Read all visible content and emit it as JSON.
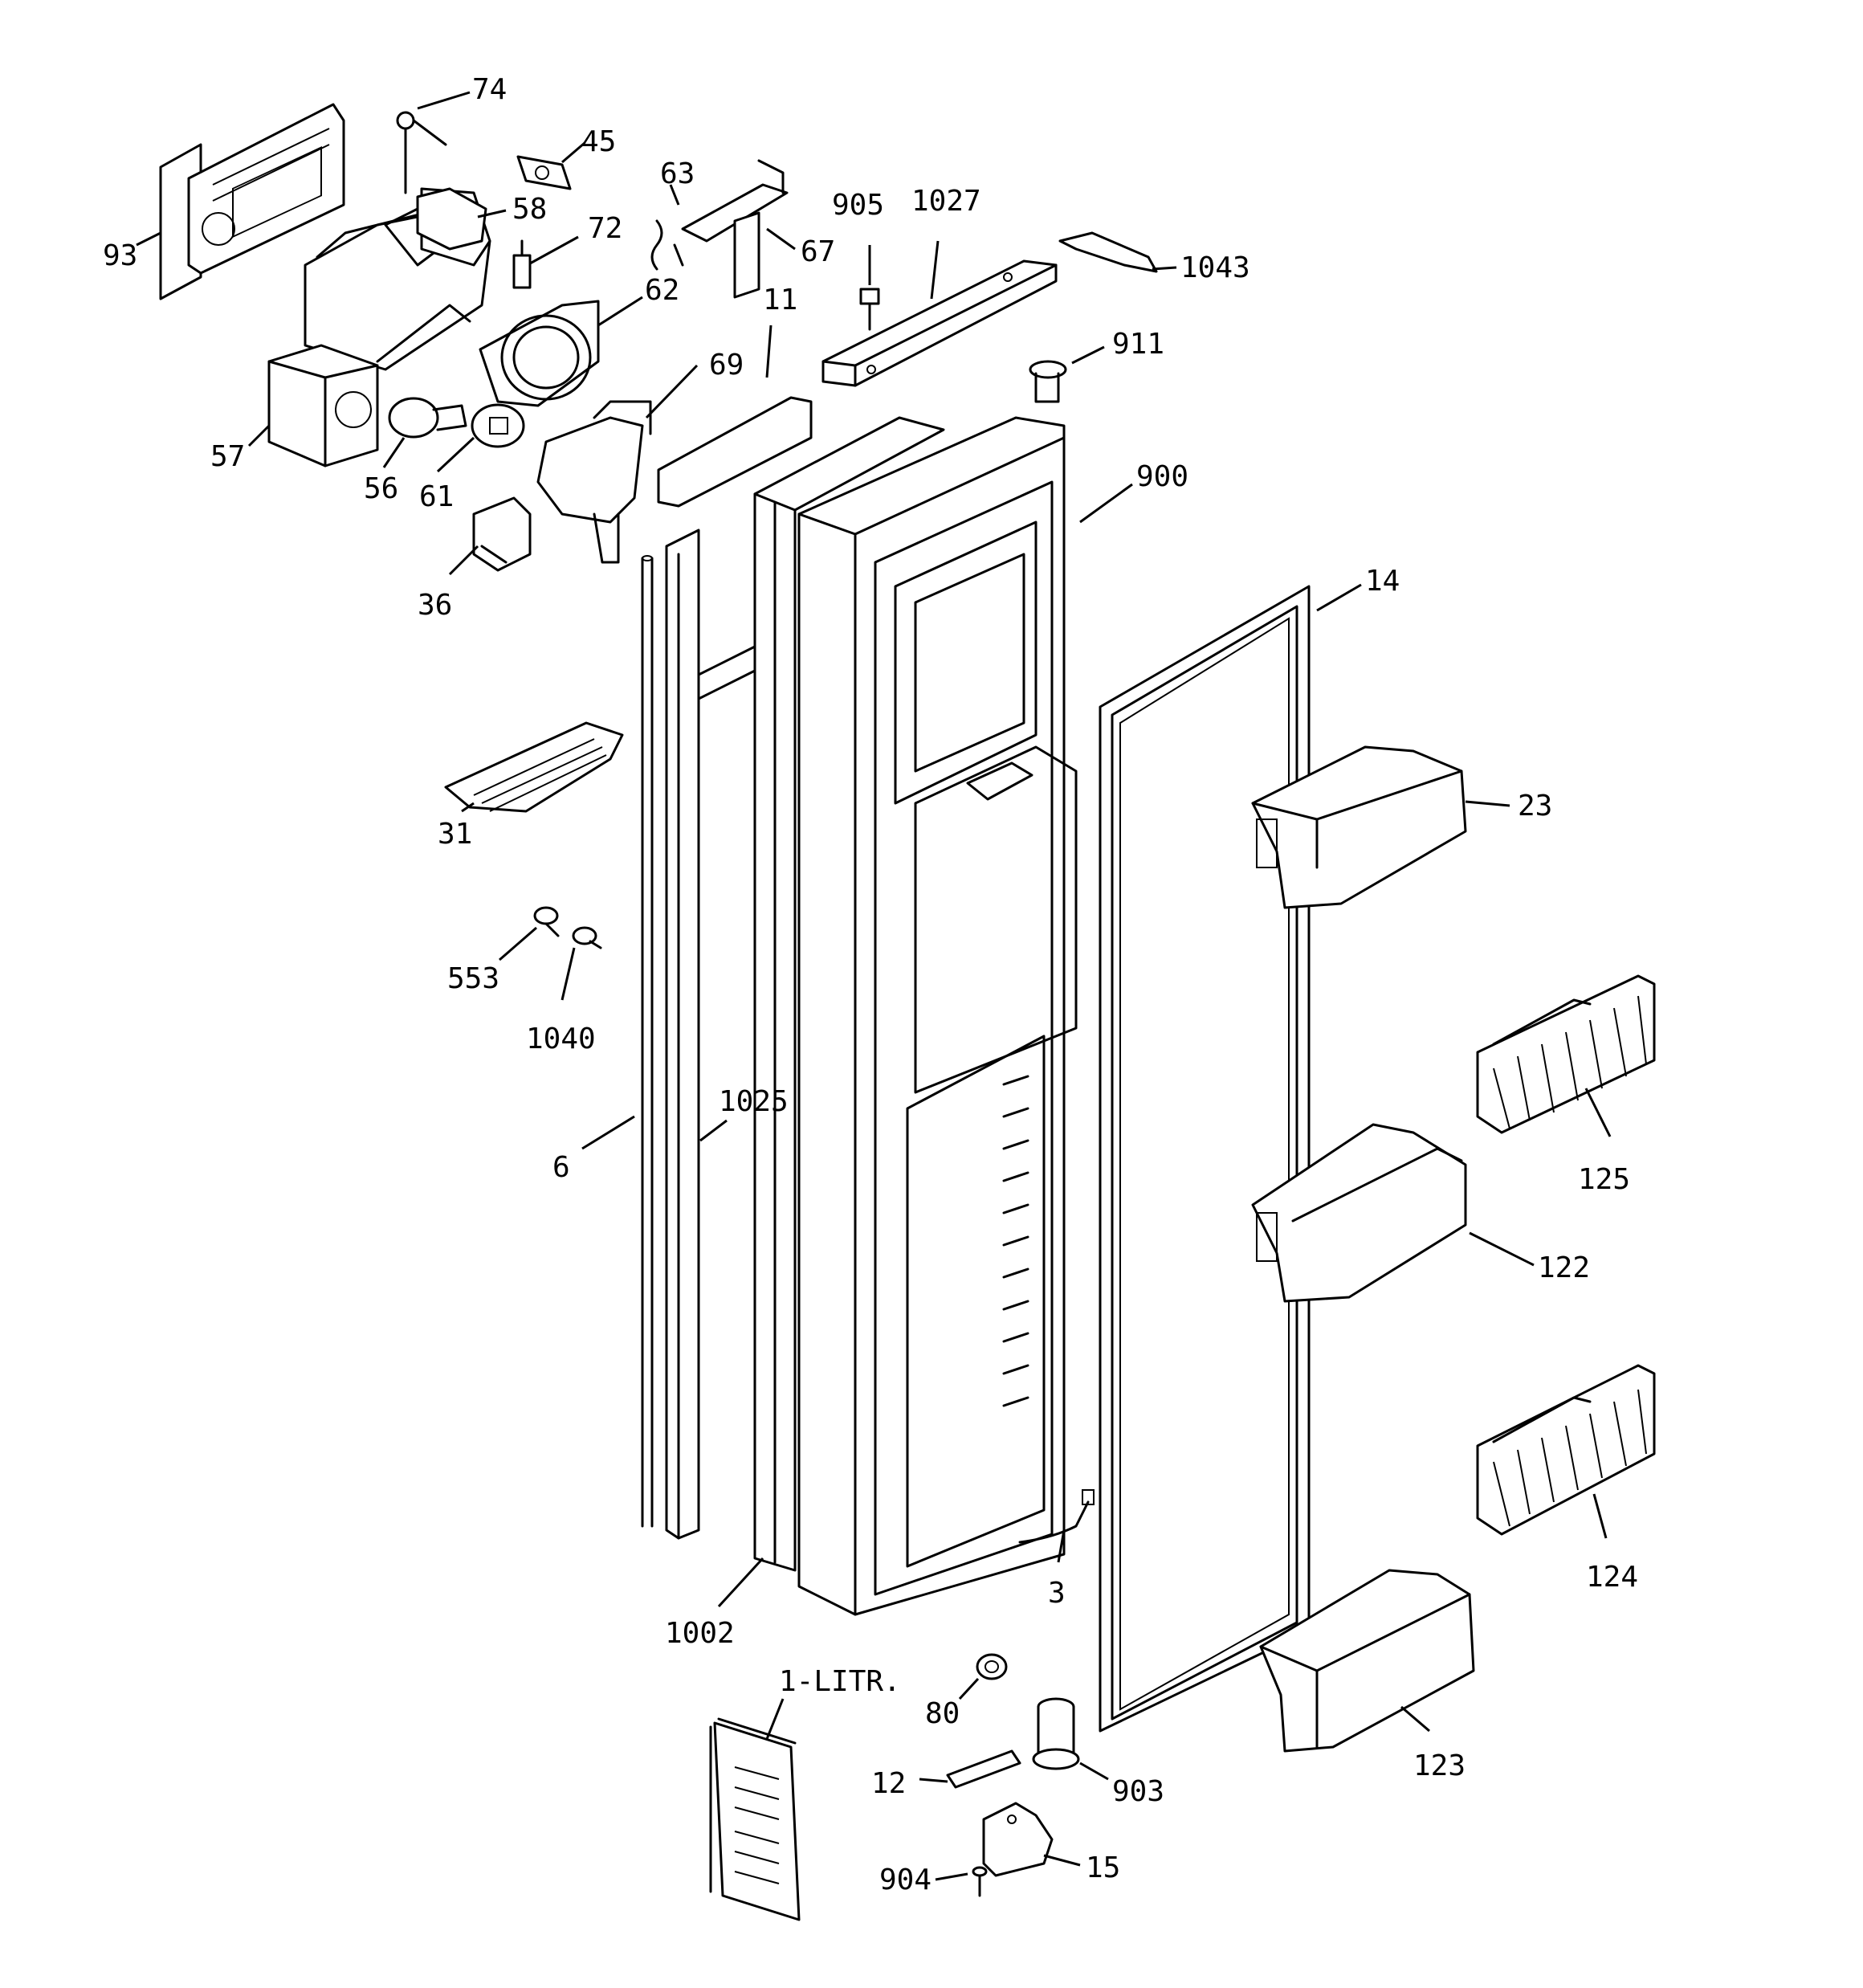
{
  "callouts": {
    "c74": "74",
    "c45": "45",
    "c63": "63",
    "c905": "905",
    "c1027": "1027",
    "c93": "93",
    "c58": "58",
    "c72": "72",
    "c67": "67",
    "c1043": "1043",
    "c62": "62",
    "c11": "11",
    "c911": "911",
    "c69": "69",
    "c57": "57",
    "c56": "56",
    "c61": "61",
    "c900": "900",
    "c36": "36",
    "c14": "14",
    "c23": "23",
    "c31": "31",
    "c553": "553",
    "c1040": "1040",
    "c1025": "1025",
    "c6": "6",
    "c125": "125",
    "c122": "122",
    "c124": "124",
    "c3": "3",
    "c1002": "1002",
    "c80": "80",
    "c1litr": "1-LITR.",
    "c123": "123",
    "c903": "903",
    "c12": "12",
    "c15": "15",
    "c904": "904"
  }
}
